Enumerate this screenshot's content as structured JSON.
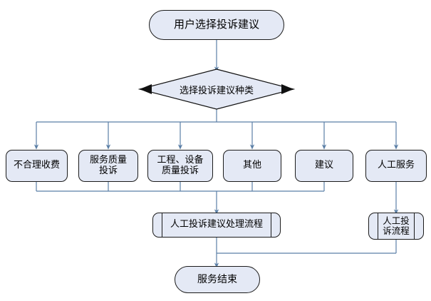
{
  "diagram": {
    "title_node": {
      "label": "用户选择投诉建议",
      "shape": "terminator"
    },
    "decision": {
      "label": "选择投诉建议种类",
      "shape": "diamond"
    },
    "categories": [
      {
        "label": "不合理收费",
        "shape": "rounded-box"
      },
      {
        "label": "服务质量\n投诉",
        "shape": "rounded-box"
      },
      {
        "label": "工程、设备\n质量投诉",
        "shape": "rounded-box"
      },
      {
        "label": "其他",
        "shape": "rounded-box"
      },
      {
        "label": "建议",
        "shape": "rounded-box"
      },
      {
        "label": "人工服务",
        "shape": "rounded-box"
      }
    ],
    "processes": [
      {
        "label": "人工投诉建议处理流程",
        "shape": "predefined-process"
      },
      {
        "label": "人工投\n诉流程",
        "shape": "predefined-process"
      }
    ],
    "end_node": {
      "label": "服务结束",
      "shape": "terminator"
    },
    "colors": {
      "node_fill": "#e4e9f5",
      "node_stroke": "#1b1b1b",
      "connector": "#5b7fa6",
      "background": "#ffffff"
    }
  }
}
